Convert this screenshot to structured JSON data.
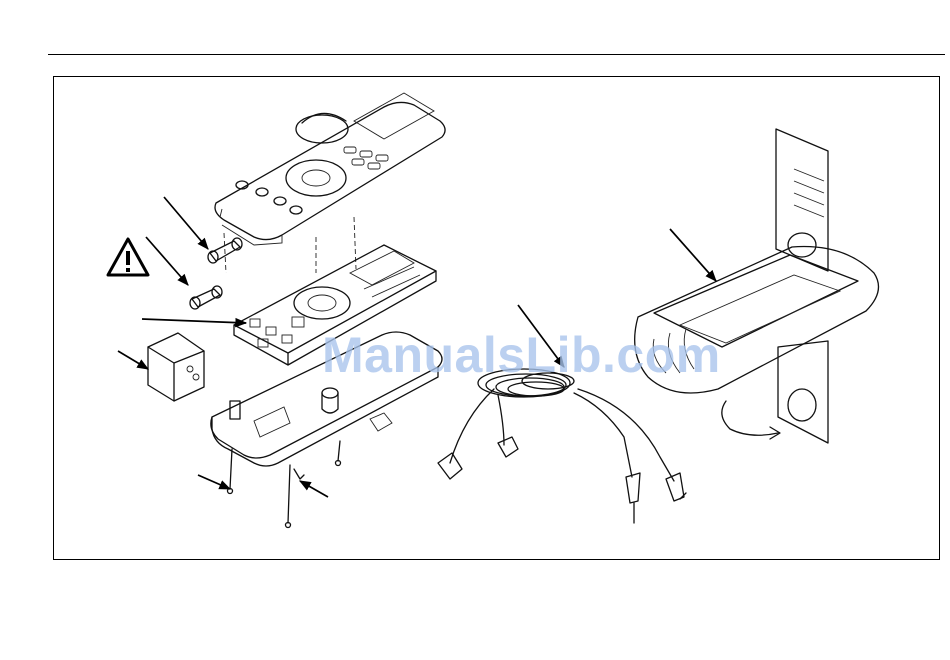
{
  "watermark": {
    "text": "ManualsLib.com",
    "color": "#a8c4ec"
  },
  "figure": {
    "warning_icon": "warning-triangle-icon",
    "parts": [
      "meter-top-case",
      "fuse-upper",
      "fuse-lower",
      "circuit-board",
      "battery",
      "bottom-case",
      "case-screws",
      "test-leads",
      "holster-with-tilt-stand"
    ]
  }
}
